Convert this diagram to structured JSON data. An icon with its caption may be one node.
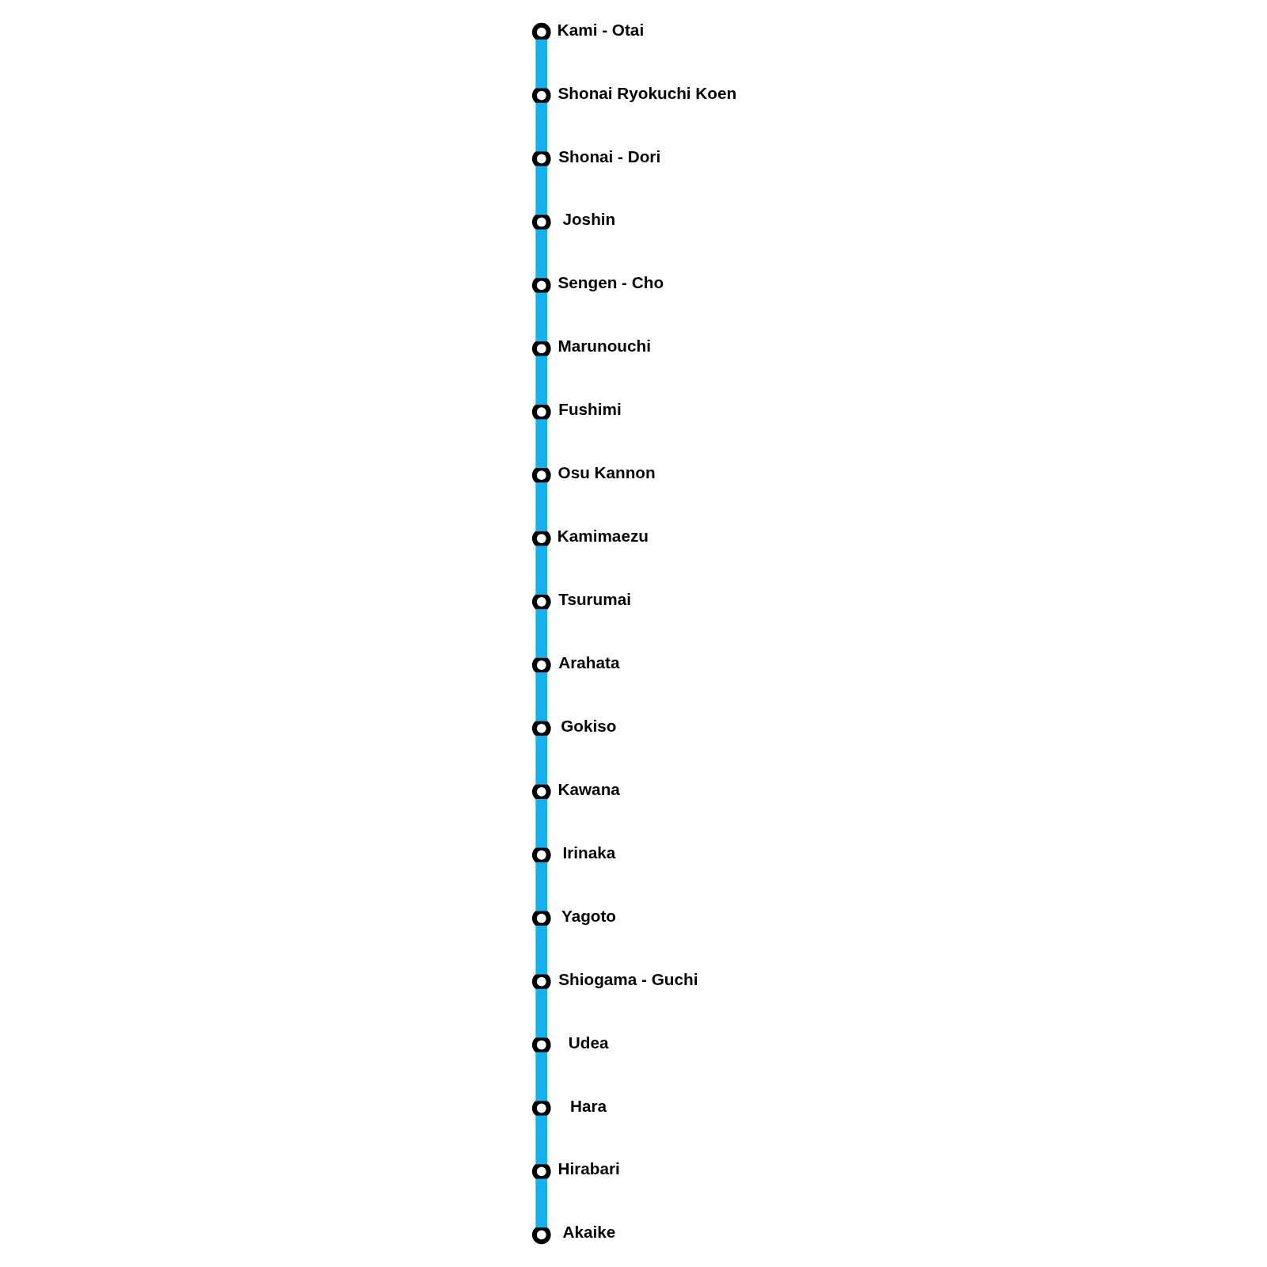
{
  "diagram": {
    "nodes": [
      {
        "text": [],
        "shape": "circle",
        "beside": [
          "Kami - Otai"
        ]
      },
      {
        "text": [],
        "shape": "circle",
        "beside": [
          "Shonai Ryokuchi Koen"
        ]
      },
      {
        "text": [],
        "shape": "circle",
        "beside": [
          "Shonai - Dori"
        ]
      },
      {
        "text": [],
        "shape": "circle",
        "beside": [
          "Joshin"
        ]
      },
      {
        "text": [],
        "shape": "circle",
        "beside": [
          "Sengen - Cho"
        ]
      },
      {
        "text": [],
        "shape": "circle",
        "beside": [
          "Marunouchi"
        ]
      },
      {
        "text": [],
        "shape": "circle",
        "beside": [
          "Fushimi"
        ]
      },
      {
        "text": [],
        "shape": "circle",
        "beside": [
          "Osu Kannon"
        ]
      },
      {
        "text": [],
        "shape": "circle",
        "beside": [
          "Kamimaezu"
        ]
      },
      {
        "text": [],
        "shape": "circle",
        "beside": [
          "Tsurumai"
        ]
      },
      {
        "text": [],
        "shape": "circle",
        "beside": [
          "Arahata"
        ]
      },
      {
        "text": [],
        "shape": "circle",
        "beside": [
          "Gokiso"
        ]
      },
      {
        "text": [],
        "shape": "circle",
        "beside": [
          "Kawana"
        ]
      },
      {
        "text": [],
        "shape": "circle",
        "beside": [
          "Irinaka"
        ]
      },
      {
        "text": [],
        "shape": "circle",
        "beside": [
          "Yagoto"
        ]
      },
      {
        "text": [],
        "shape": "circle",
        "beside": [
          "Shiogama - Guchi"
        ]
      },
      {
        "text": [],
        "shape": "circle",
        "beside": [
          "Udea"
        ]
      },
      {
        "text": [],
        "shape": "circle",
        "beside": [
          "Hara"
        ]
      },
      {
        "text": [],
        "shape": "circle",
        "beside": [
          "Hirabari"
        ]
      },
      {
        "text": [],
        "shape": "circle",
        "beside": [
          "Akaike"
        ]
      }
    ],
    "edges": [
      {
        "from": 0,
        "to": 1,
        "arrow": "none",
        "color": "#12b2ee"
      },
      {
        "from": 1,
        "to": 2,
        "arrow": "none",
        "color": "#12b2ee"
      },
      {
        "from": 2,
        "to": 3,
        "arrow": "none",
        "color": "#12b2ee"
      },
      {
        "from": 3,
        "to": 4,
        "arrow": "none",
        "color": "#12b2ee"
      },
      {
        "from": 4,
        "to": 5,
        "arrow": "none",
        "color": "#12b2ee"
      },
      {
        "from": 5,
        "to": 6,
        "arrow": "none",
        "color": "#12b2ee"
      },
      {
        "from": 6,
        "to": 7,
        "arrow": "none",
        "color": "#12b2ee"
      },
      {
        "from": 7,
        "to": 8,
        "arrow": "none",
        "color": "#12b2ee"
      },
      {
        "from": 8,
        "to": 9,
        "arrow": "none",
        "color": "#12b2ee"
      },
      {
        "from": 9,
        "to": 10,
        "arrow": "none",
        "color": "#12b2ee"
      },
      {
        "from": 10,
        "to": 11,
        "arrow": "none",
        "color": "#12b2ee"
      },
      {
        "from": 11,
        "to": 12,
        "arrow": "none",
        "color": "#12b2ee"
      },
      {
        "from": 12,
        "to": 13,
        "arrow": "none",
        "color": "#12b2ee"
      },
      {
        "from": 13,
        "to": 14,
        "arrow": "none",
        "color": "#12b2ee"
      },
      {
        "from": 14,
        "to": 15,
        "arrow": "none",
        "color": "#12b2ee"
      },
      {
        "from": 15,
        "to": 16,
        "arrow": "none",
        "color": "#12b2ee"
      },
      {
        "from": 16,
        "to": 17,
        "arrow": "none",
        "color": "#12b2ee"
      },
      {
        "from": 17,
        "to": 18,
        "arrow": "none",
        "color": "#12b2ee"
      },
      {
        "from": 18,
        "to": 19,
        "arrow": "none",
        "color": "#12b2ee"
      }
    ]
  }
}
